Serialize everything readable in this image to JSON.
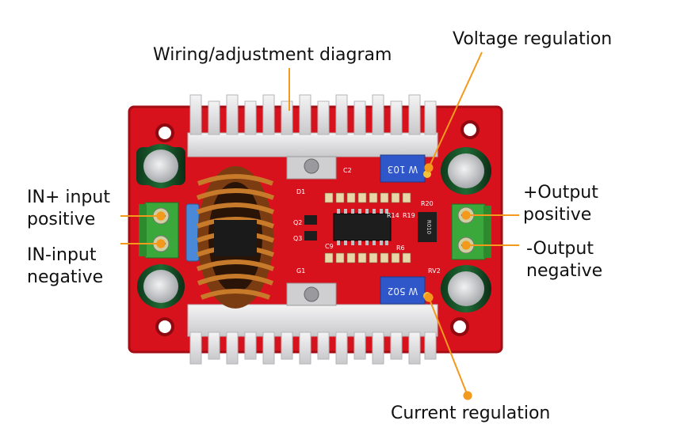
{
  "labels": {
    "title": "Wiring/adjustment diagram",
    "voltage_regulation": "Voltage regulation",
    "current_regulation": "Current regulation",
    "in_plus_line1": "IN+ input",
    "in_plus_line2": "positive",
    "in_minus_line1": "IN-input",
    "in_minus_line2": "negative",
    "out_plus_line1": "+Output",
    "out_plus_line2": "positive",
    "out_minus_line1": "-Output",
    "out_minus_line2": "negative"
  },
  "board_markings": {
    "pot_top": "W 103",
    "pot_bottom": "W 502",
    "resistor": "R010",
    "silk_r14": "R14",
    "silk_r19": "R19",
    "silk_r20": "R20",
    "silk_r6": "R6",
    "silk_c9": "C9",
    "silk_c2": "C2",
    "silk_d1": "D1",
    "silk_g1": "G1",
    "silk_q2": "Q2",
    "silk_q3": "Q3",
    "silk_rv2": "RV2"
  },
  "colors": {
    "pcb": "#d8121d",
    "pcb_dark": "#a50d15",
    "heatsink": "#e4e4e6",
    "terminal": "#3aa83a",
    "pot": "#2f57c9",
    "copper": "#b8651f",
    "arrow": "#f39a1d"
  }
}
